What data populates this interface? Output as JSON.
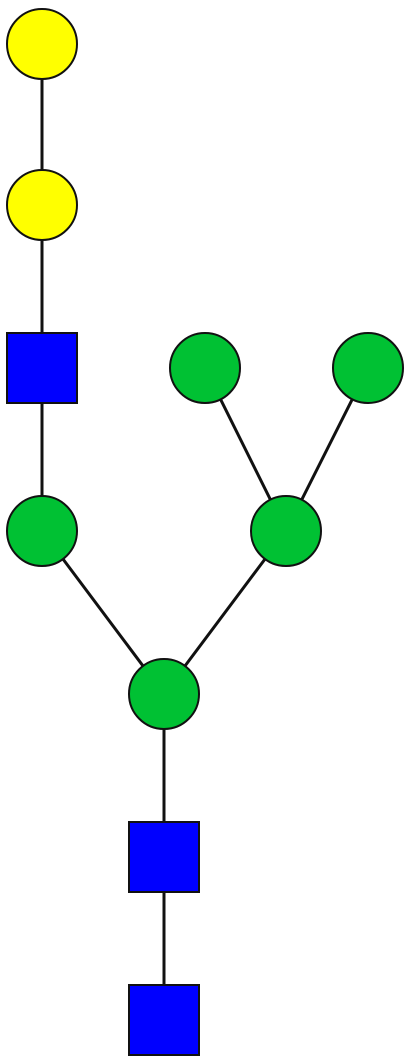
{
  "legend_colors": {
    "galactose": "#ffff00",
    "mannose": "#00c133",
    "glcnac": "#0000ff"
  },
  "glycan": {
    "nodes": [
      {
        "id": "gal-2",
        "shape": "circle",
        "residue": "galactose"
      },
      {
        "id": "gal-1",
        "shape": "circle",
        "residue": "galactose"
      },
      {
        "id": "glcnac-branch",
        "shape": "square",
        "residue": "glcnac"
      },
      {
        "id": "man-top-left",
        "shape": "circle",
        "residue": "mannose"
      },
      {
        "id": "man-top-right",
        "shape": "circle",
        "residue": "mannose"
      },
      {
        "id": "man-left-arm",
        "shape": "circle",
        "residue": "mannose"
      },
      {
        "id": "man-right-arm",
        "shape": "circle",
        "residue": "mannose"
      },
      {
        "id": "man-core",
        "shape": "circle",
        "residue": "mannose"
      },
      {
        "id": "glcnac-core-2",
        "shape": "square",
        "residue": "glcnac"
      },
      {
        "id": "glcnac-core-1",
        "shape": "square",
        "residue": "glcnac"
      }
    ],
    "edges": [
      [
        "gal-2",
        "gal-1"
      ],
      [
        "gal-1",
        "glcnac-branch"
      ],
      [
        "glcnac-branch",
        "man-left-arm"
      ],
      [
        "man-top-left",
        "man-right-arm"
      ],
      [
        "man-top-right",
        "man-right-arm"
      ],
      [
        "man-left-arm",
        "man-core"
      ],
      [
        "man-right-arm",
        "man-core"
      ],
      [
        "man-core",
        "glcnac-core-2"
      ],
      [
        "glcnac-core-2",
        "glcnac-core-1"
      ]
    ]
  }
}
